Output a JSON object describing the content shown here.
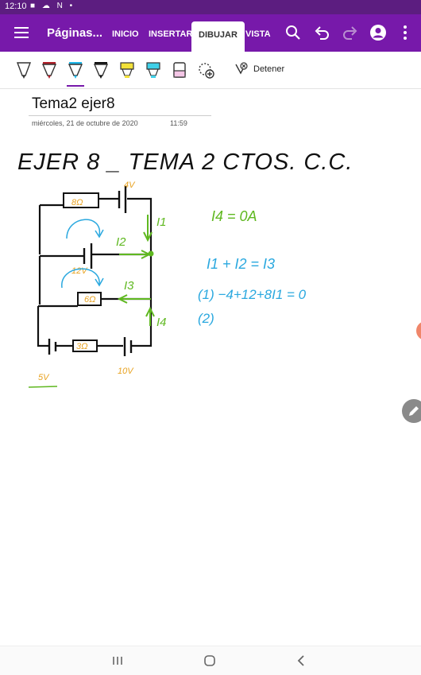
{
  "status_bar": {
    "time": "12:10",
    "icons": [
      "video-icon",
      "cloud-icon",
      "N",
      "dot"
    ]
  },
  "app_bar": {
    "title": "Páginas...",
    "tabs": [
      {
        "label": "INICIO",
        "active": false
      },
      {
        "label": "INSERTAR",
        "active": false
      },
      {
        "label": "DIBUJAR",
        "active": true
      },
      {
        "label": "VISTA",
        "active": false
      }
    ],
    "icons": [
      "search-icon",
      "undo-icon",
      "redo-icon",
      "account-icon",
      "more-icon"
    ]
  },
  "draw_toolbar": {
    "tools": [
      {
        "name": "pen-white",
        "color": "#ffffff",
        "selected": false
      },
      {
        "name": "pen-red",
        "color": "#b0202a",
        "selected": false
      },
      {
        "name": "pen-cyan",
        "color": "#1fb6e8",
        "selected": true
      },
      {
        "name": "pen-black",
        "color": "#111111",
        "selected": false
      },
      {
        "name": "highlighter-yellow",
        "color": "#f2e13a",
        "selected": false
      },
      {
        "name": "highlighter-cyan",
        "color": "#3fd0e8",
        "selected": false
      },
      {
        "name": "highlighter-pink",
        "color": "#f4c6e6",
        "selected": false
      },
      {
        "name": "add-pen",
        "color": "#333333",
        "selected": false
      }
    ],
    "stop_label": "Detener"
  },
  "page": {
    "title": "Tema2  ejer8",
    "date": "miércoles, 21 de octubre de 2020",
    "time": "11:59"
  },
  "ink": {
    "heading": "EJER 8 _ TEMA 2   CTOS. C.C.",
    "circuit_labels": {
      "r1": "8Ω",
      "v1": "4V",
      "v2": "12V",
      "r2": "6Ω",
      "r3": "3Ω",
      "v3": "10V",
      "v4": "5V",
      "i1": "I1",
      "i2": "I2",
      "i3": "I3",
      "i4": "I4"
    },
    "equations": [
      "I4 = 0A",
      "I1 + I2 = I3",
      "(1)  −4+12+8I1 = 0",
      "(2)"
    ],
    "colors": {
      "black": "#111111",
      "orange": "#e8a322",
      "green": "#5fb820",
      "cyan": "#2aa8df"
    }
  },
  "nav_bar": {
    "buttons": [
      "recents-icon",
      "home-icon",
      "back-icon"
    ]
  }
}
